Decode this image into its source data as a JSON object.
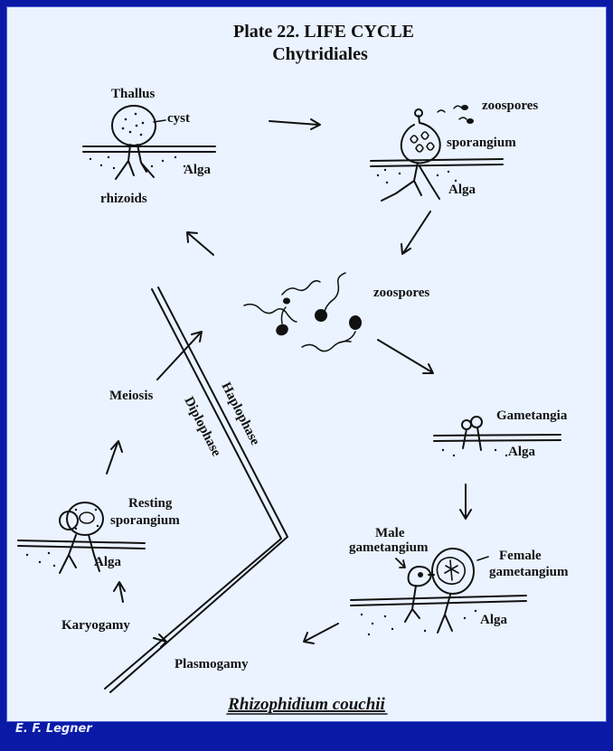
{
  "title": "Plate 22.  LIFE CYCLE",
  "subtitle": "Chytridiales",
  "species": "Rhizophidium couchii",
  "credit": "E. F. Legner",
  "labels": {
    "thallus": "Thallus",
    "cyst": "cyst",
    "alga": "Alga",
    "rhizoids": "rhizoids",
    "zoospores": "zoospores",
    "sporangium": "sporangium",
    "gametangia": "Gametangia",
    "male_line1": "Male",
    "male_line2": "gametangium",
    "female_line1": "Female",
    "female_line2": "gametangium",
    "plasmogamy": "Plasmogamy",
    "karyogamy": "Karyogamy",
    "resting_line1": "Resting",
    "resting_line2": "sporangium",
    "meiosis": "Meiosis",
    "haplophase": "Haplophase",
    "diplophase": "Diplophase"
  }
}
